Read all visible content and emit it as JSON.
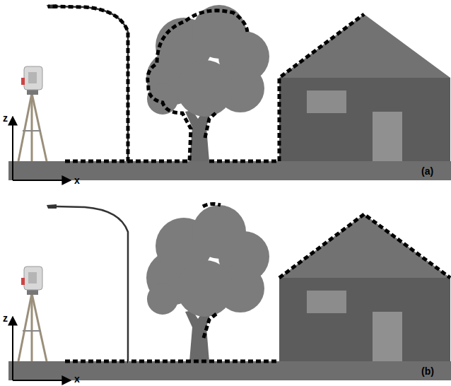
{
  "diagram": {
    "labels": [
      "z",
      "x",
      "(a)",
      "z",
      "x",
      "(b)"
    ]
  }
}
